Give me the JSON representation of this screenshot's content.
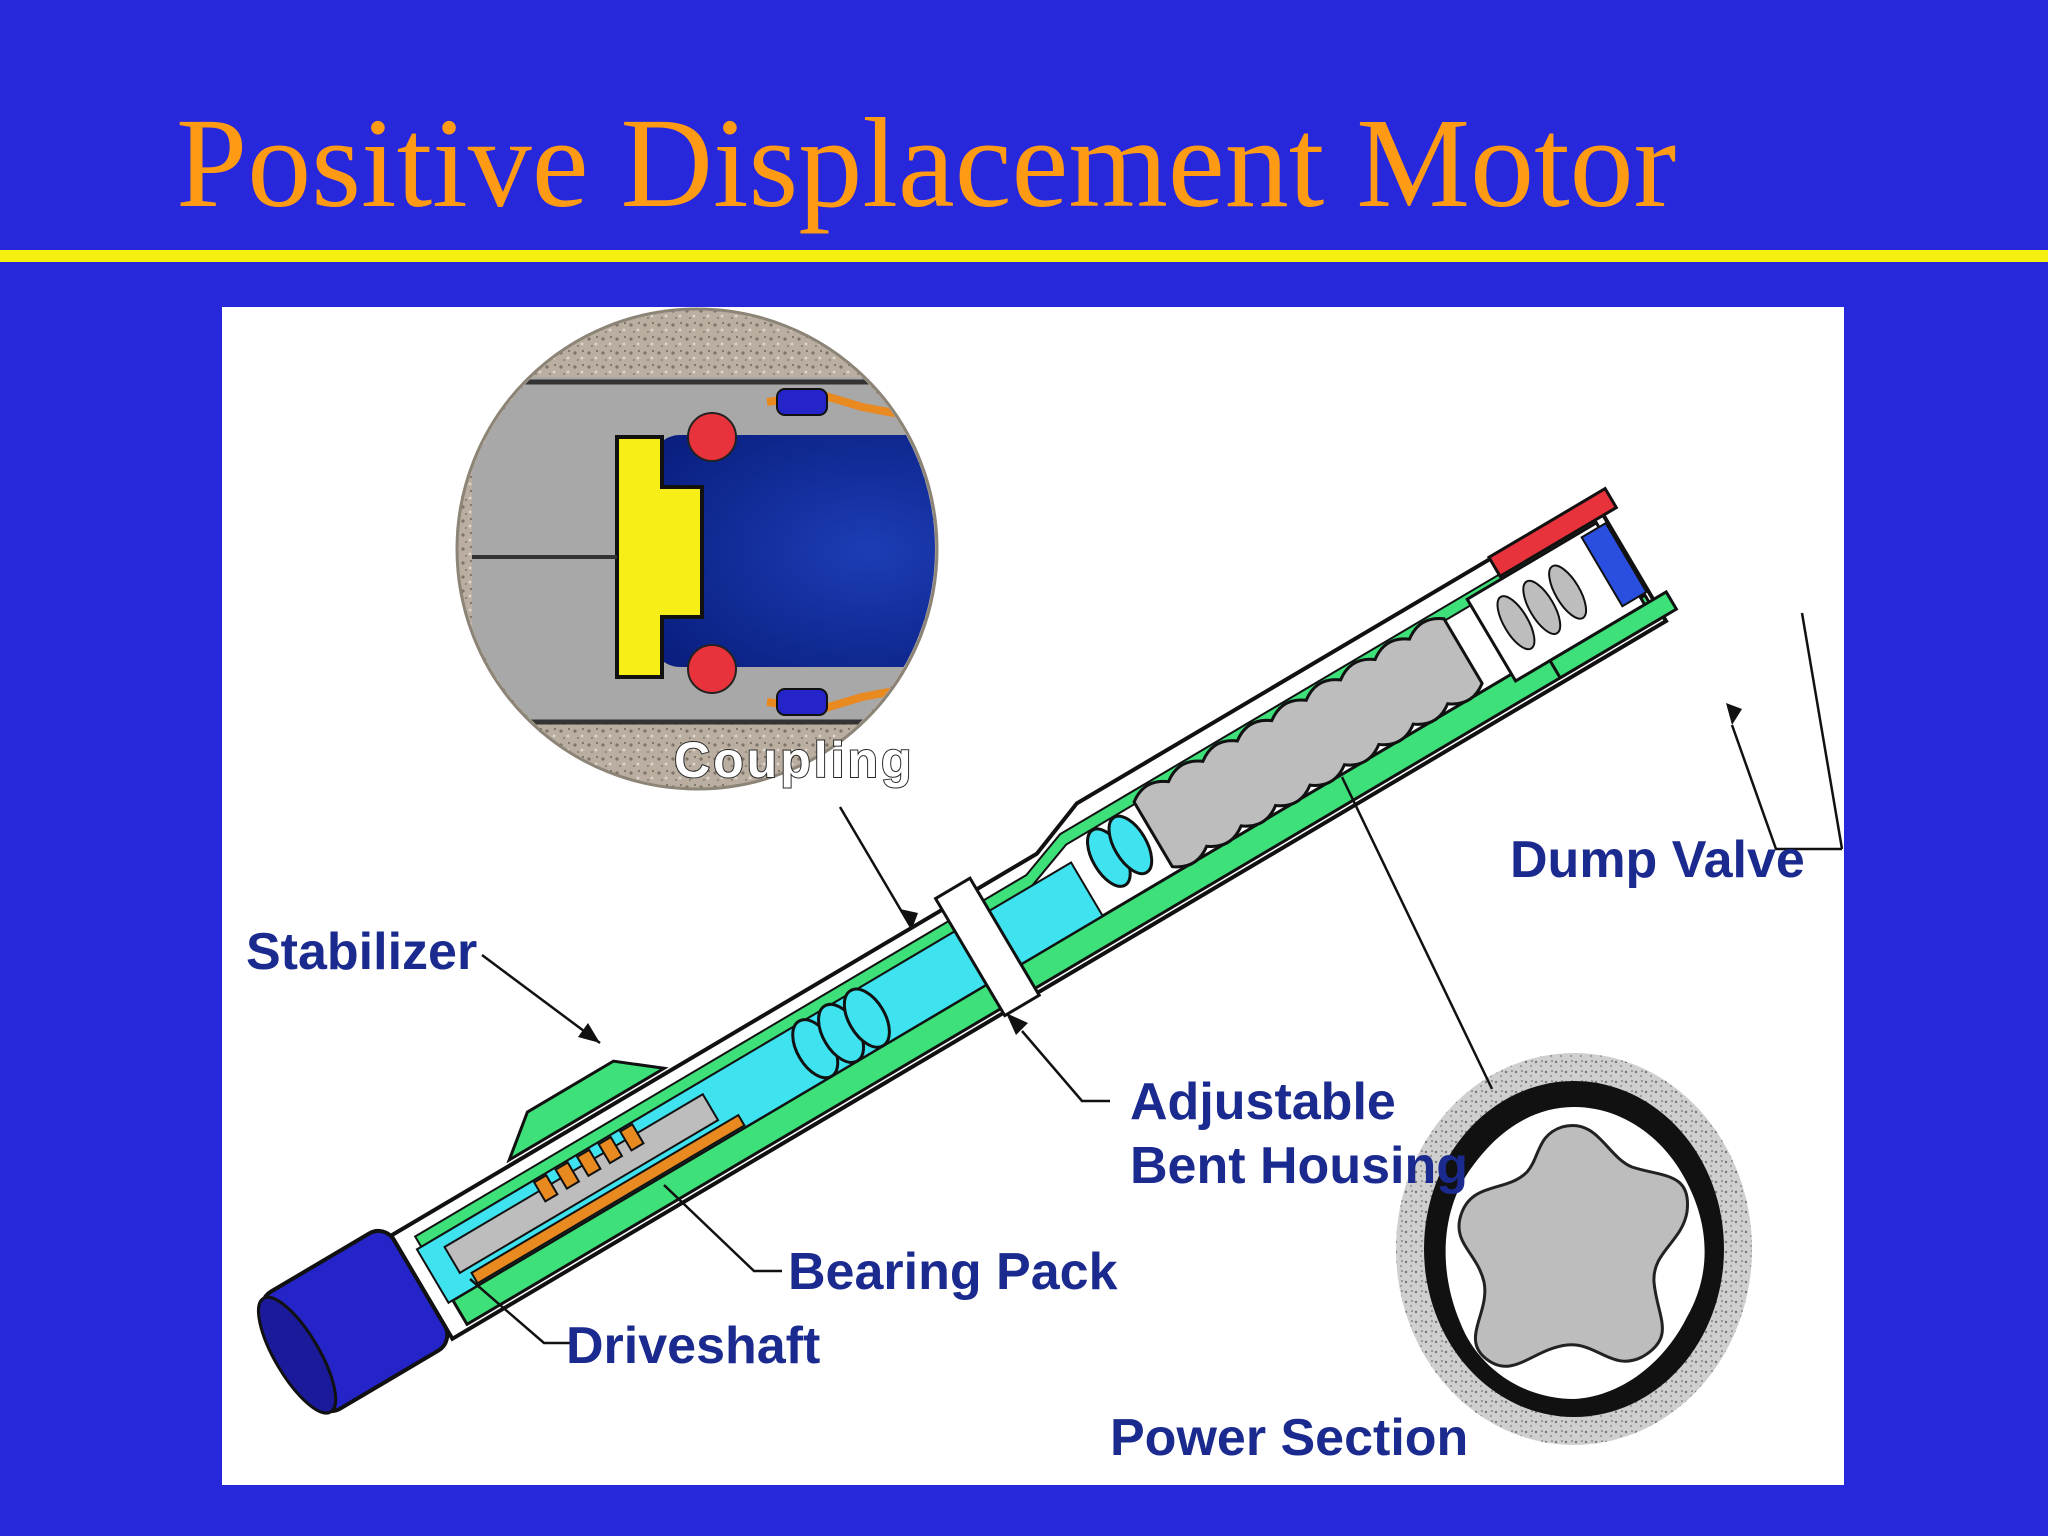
{
  "slide": {
    "title": "Positive Displacement Motor"
  },
  "diagram": {
    "labels": {
      "coupling": "Coupling",
      "dump_valve": "Dump Valve",
      "stabilizer": "Stabilizer",
      "adjustable_line1": "Adjustable",
      "adjustable_line2": "Bent Housing",
      "bearing_pack": "Bearing Pack",
      "driveshaft": "Driveshaft",
      "power_section": "Power Section"
    }
  },
  "colors": {
    "background": "#2727dc",
    "title": "#ff9a14",
    "rule": "#f4ef10",
    "label": "#1b2a8e",
    "housing_green": "#3ee07a",
    "flow_cyan": "#3fe3f0",
    "bit_blue": "#2424c8",
    "valve_red": "#e8323c",
    "rotor_gray": "#bdbdbd",
    "bearing_orange": "#e88a20"
  }
}
